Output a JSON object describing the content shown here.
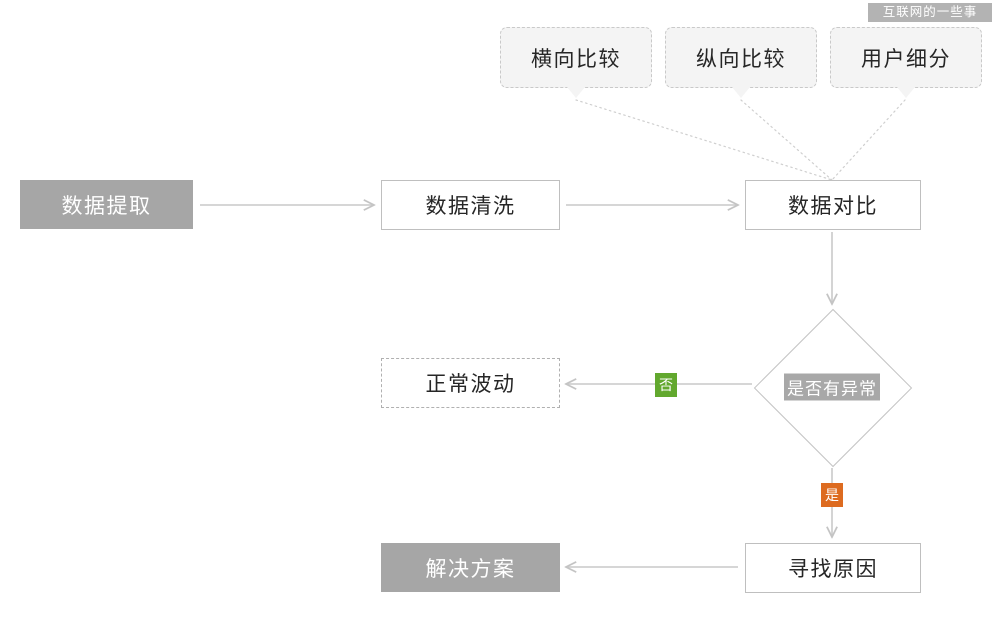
{
  "watermark": {
    "text": "互联网的一些事"
  },
  "colors": {
    "solid_fill": "#a6a6a6",
    "outline_border": "#bfbfbf",
    "dashed_border": "#b0b0b0",
    "bubble_fill": "#f4f4f4",
    "connector": "#c9c9c9",
    "yes_badge": "#dd6b20",
    "no_badge": "#62a82e",
    "diamond_label_bg": "#a8a8a8"
  },
  "bubbles": [
    {
      "label": "横向比较"
    },
    {
      "label": "纵向比较"
    },
    {
      "label": "用户细分"
    }
  ],
  "nodes": {
    "extract": {
      "label": "数据提取",
      "style": "solid"
    },
    "clean": {
      "label": "数据清洗",
      "style": "outline"
    },
    "compare": {
      "label": "数据对比",
      "style": "outline"
    },
    "decision": {
      "label": "是否有异常"
    },
    "normal": {
      "label": "正常波动",
      "style": "dashed"
    },
    "findcause": {
      "label": "寻找原因",
      "style": "outline"
    },
    "solution": {
      "label": "解决方案",
      "style": "solid"
    }
  },
  "branches": {
    "no": {
      "label": "否"
    },
    "yes": {
      "label": "是"
    }
  }
}
